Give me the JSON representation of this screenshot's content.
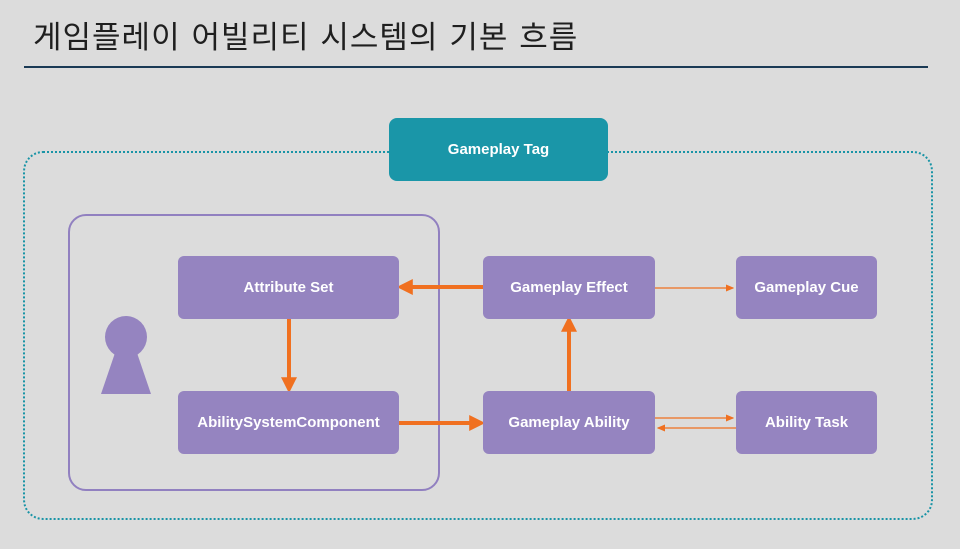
{
  "title": "게임플레이 어빌리티 시스템의 기본 흐름",
  "nodes": {
    "gameplay_tag": "Gameplay Tag",
    "attribute_set": "Attribute Set",
    "ability_system_component": "AbilitySystemComponent",
    "gameplay_effect": "Gameplay Effect",
    "gameplay_cue": "Gameplay Cue",
    "gameplay_ability": "Gameplay Ability",
    "ability_task": "Ability Task"
  },
  "colors": {
    "node_fill": "#9584c0",
    "tag_fill": "#1a96a8",
    "arrow": "#f07020",
    "title_rule": "#1a3a55"
  },
  "icons": {
    "actor": "keyhole-person-icon"
  }
}
